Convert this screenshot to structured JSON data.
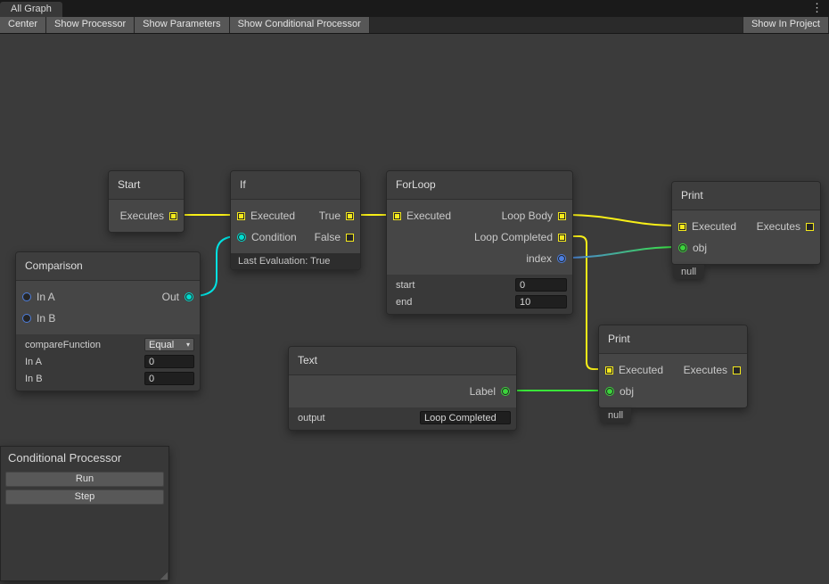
{
  "tab_bar": {
    "tab_label": "All Graph"
  },
  "icons": {
    "menu": "⋮",
    "dropdown_arrow": "▾"
  },
  "toolbar": {
    "buttons_left": [
      "Center",
      "Show Processor",
      "Show Parameters",
      "Show Conditional Processor"
    ],
    "button_right": "Show In Project"
  },
  "nodes": {
    "start": {
      "title": "Start",
      "executes": "Executes"
    },
    "if": {
      "title": "If",
      "executed": "Executed",
      "condition": "Condition",
      "true_port": "True",
      "false_port": "False",
      "footer": "Last Evaluation: True"
    },
    "forloop": {
      "title": "ForLoop",
      "executed": "Executed",
      "loop_body": "Loop Body",
      "loop_completed": "Loop Completed",
      "index": "index",
      "fields": {
        "start_label": "start",
        "start_value": "0",
        "end_label": "end",
        "end_value": "10"
      }
    },
    "print_top": {
      "title": "Print",
      "executed": "Executed",
      "executes": "Executes",
      "obj": "obj",
      "footer": "null"
    },
    "comparison": {
      "title": "Comparison",
      "in_a": "In A",
      "in_b": "In B",
      "out": "Out",
      "fields": {
        "compare_function_label": "compareFunction",
        "compare_function_value": "Equal",
        "in_a_label": "In A",
        "in_a_value": "0",
        "in_b_label": "In B",
        "in_b_value": "0"
      }
    },
    "text": {
      "title": "Text",
      "label_port": "Label",
      "fields": {
        "output_label": "output",
        "output_value": "Loop Completed"
      }
    },
    "print_bottom": {
      "title": "Print",
      "executed": "Executed",
      "executes": "Executes",
      "obj": "obj",
      "footer": "null"
    }
  },
  "processor_panel": {
    "title": "Conditional Processor",
    "run_button": "Run",
    "step_button": "Step"
  },
  "colors": {
    "exec-yellow": "#f3e81c",
    "cond-cyan": "#00ddd0",
    "obj-green": "#3cd43c",
    "index-blue": "#4d7fe0",
    "wire-yellow": "#f8ef18",
    "wire-cyan": "#00e2e2",
    "wire-green": "#39e639"
  }
}
